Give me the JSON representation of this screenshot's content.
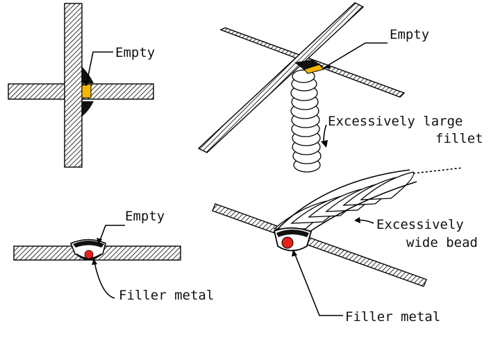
{
  "labels": {
    "tl_empty": "Empty",
    "tr_empty": "Empty",
    "tr_fillet_1": "Excessively large",
    "tr_fillet_2": "fillet",
    "bl_empty": "Empty",
    "bl_filler": "Filler metal",
    "br_bead_1": "Excessively",
    "br_bead_2": "wide bead",
    "br_filler": "Filler metal"
  },
  "colors": {
    "empty_void": "#f5b800",
    "filler_metal": "#e8201c",
    "ink": "#000000"
  }
}
